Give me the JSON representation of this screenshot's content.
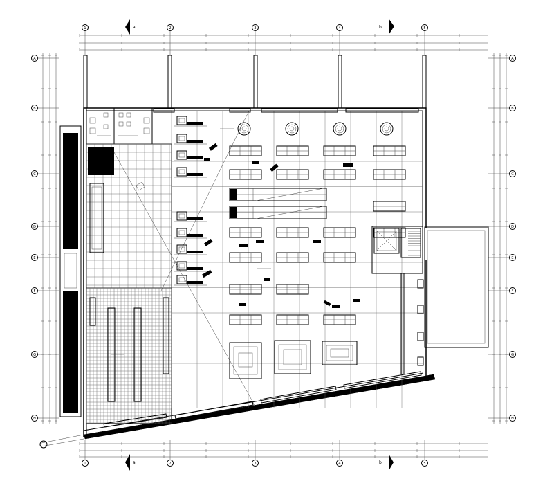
{
  "drawing": {
    "type": "architectural floor plan",
    "section_markers": {
      "top_left": "a",
      "top_right": "b",
      "bottom_left": "a",
      "bottom_right": "b"
    },
    "grid_bubbles": {
      "top": [
        "1",
        "2",
        "3",
        "4",
        "5"
      ],
      "bottom": [
        "1",
        "2",
        "3",
        "4",
        "5"
      ],
      "left": [
        "A",
        "B",
        "C",
        "D",
        "E",
        "F",
        "G",
        "H"
      ],
      "right": [
        "A",
        "B",
        "C",
        "D",
        "E",
        "F",
        "G",
        "H"
      ]
    },
    "colors": {
      "line": "#000000",
      "background": "#ffffff"
    }
  }
}
